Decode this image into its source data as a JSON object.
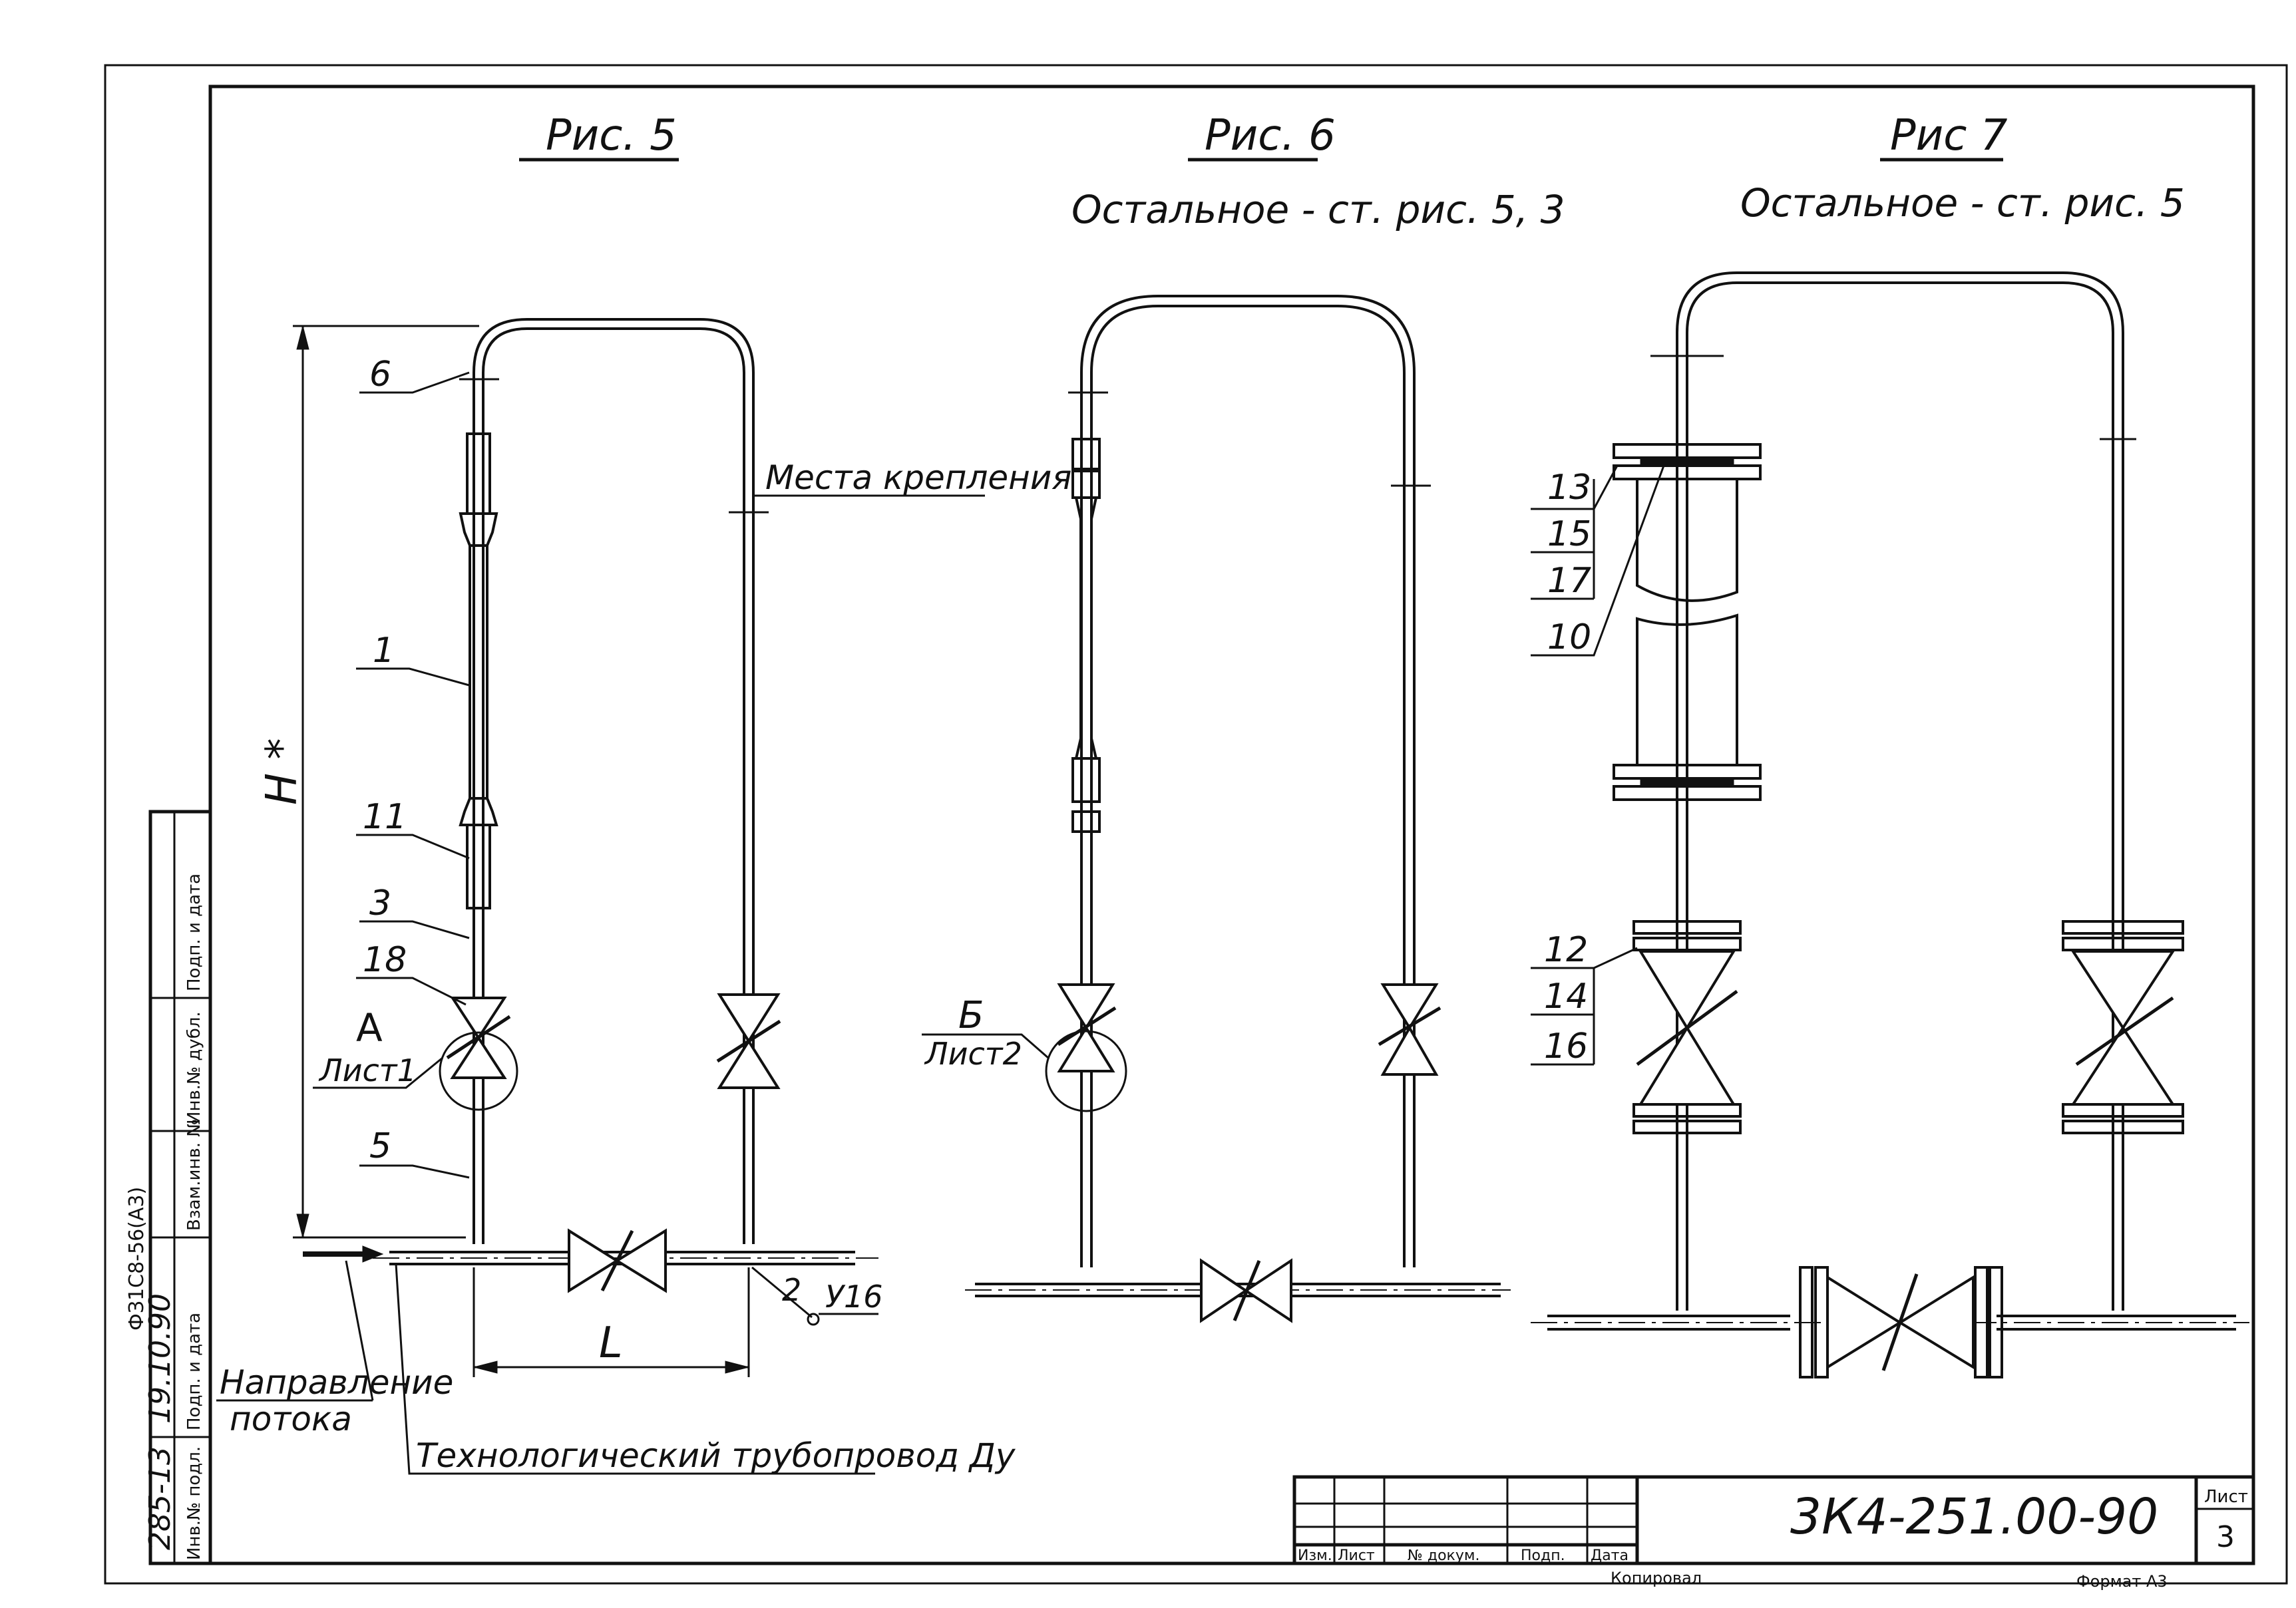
{
  "figures": {
    "fig5": {
      "title": "Рис. 5"
    },
    "fig6": {
      "title": "Рис. 6",
      "note": "Остальное - ст. рис. 5, 3"
    },
    "fig7": {
      "title": "Рис 7",
      "note": "Остальное - ст. рис. 5"
    }
  },
  "labels": {
    "mounting_points": "Места крепления",
    "height": "H *",
    "length": "L",
    "flow_direction_line1": "Направление",
    "flow_direction_line2": "потока",
    "process_pipeline": "Технологический трубопровод Ду",
    "view_a": "А",
    "view_a_sheet": "Лист1",
    "view_b": "Б",
    "view_b_sheet": "Лист2",
    "weld_symbol": "У16"
  },
  "positions": {
    "fig5": [
      "6",
      "1",
      "11",
      "3",
      "18",
      "5",
      "2"
    ],
    "fig7": [
      "13",
      "15",
      "17",
      "10",
      "12",
      "14",
      "16"
    ]
  },
  "title_block": {
    "doc_number": "3К4-251.00-90",
    "sheet_label": "Лист",
    "sheet_number": "3",
    "col_change": "Изм.",
    "col_sheet": "Лист",
    "col_doc": "№ докум.",
    "col_sign": "Подп.",
    "col_date": "Дата",
    "copied": "Копировал",
    "format": "Формат А3"
  },
  "side_stamp": {
    "inv_orig": "Инв.№ подл.",
    "sign_date_1": "Подп. и дата",
    "replace_inv": "Взам.инв. №",
    "inv_dup": "Инв.№ дубл.",
    "sign_date_2": "Подп. и дата",
    "inv_value": "285-13",
    "date_value": "19.10.90",
    "code": "ФЗ1С8-56(А3)"
  }
}
